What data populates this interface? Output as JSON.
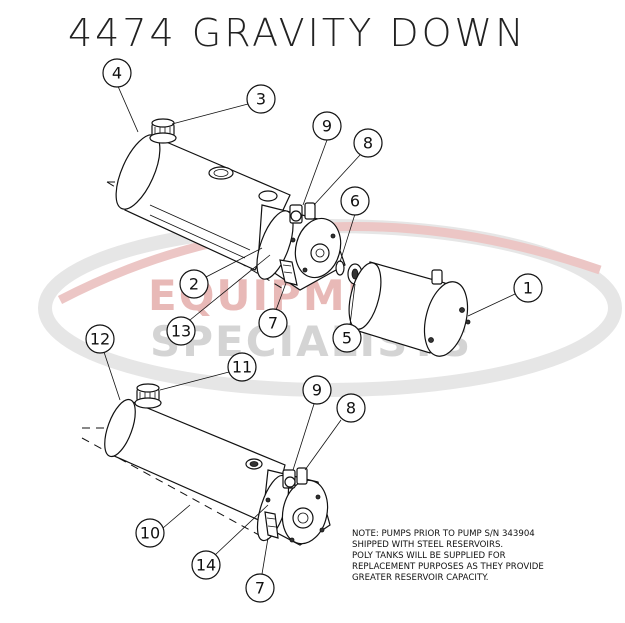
{
  "title": "4474  GRAVITY  DOWN",
  "watermark": {
    "line1": "EQUIPMENT",
    "line2": "SPECIALISTS",
    "color_red": "#e8b9b7",
    "color_gray": "#d4d4d4"
  },
  "callouts": {
    "c1": "1",
    "c2": "2",
    "c3": "3",
    "c4": "4",
    "c5": "5",
    "c6": "6",
    "c7_top": "7",
    "c8_top": "8",
    "c9_top": "9",
    "c10": "10",
    "c11": "11",
    "c12": "12",
    "c13": "13",
    "c14": "14",
    "c7_bottom": "7",
    "c8_bottom": "8",
    "c9_bottom": "9"
  },
  "note": {
    "line1": "NOTE: PUMPS PRIOR TO PUMP S/N 343904",
    "line2": "SHIPPED WITH STEEL RESERVOIRS.",
    "line3": "POLY TANKS WILL BE SUPPLIED FOR",
    "line4": "REPLACEMENT PURPOSES AS THEY PROVIDE",
    "line5": "GREATER RESERVOIR CAPACITY."
  }
}
